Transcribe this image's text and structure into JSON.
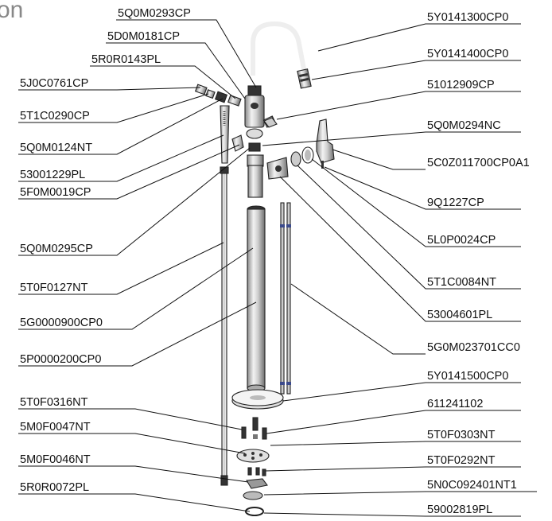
{
  "header_fragment": "on",
  "labels_left": [
    "5Q0M0293CP",
    "5D0M0181CP",
    "5R0R0143PL",
    "5J0C0761CP",
    "5T1C0290CP",
    "5Q0M0124NT",
    "53001229PL",
    "5F0M0019CP",
    "5Q0M0295CP",
    "5T0F0127NT",
    "5G0000900CP0",
    "5P0000200CP0",
    "5T0F0316NT",
    "5M0F0047NT",
    "5M0F0046NT",
    "5R0R0072PL"
  ],
  "labels_right": [
    "5Y0141300CP0",
    "5Y0141400CP0",
    "51012909CP",
    "5Q0M0294NC",
    "5C0Z011700CP0A1",
    "9Q1227CP",
    "5L0P0024CP",
    "5T1C0084NT",
    "53004601PL",
    "5G0M023701CC0",
    "5Y0141500CP0",
    "611241102",
    "5T0F0303NT",
    "5T0F0292NT",
    "5N0C092401NT1",
    "59002819PL"
  ],
  "colors": {
    "line": "#111111",
    "metal_light": "#f2f2f2",
    "metal_dark": "#8a8a8a"
  }
}
